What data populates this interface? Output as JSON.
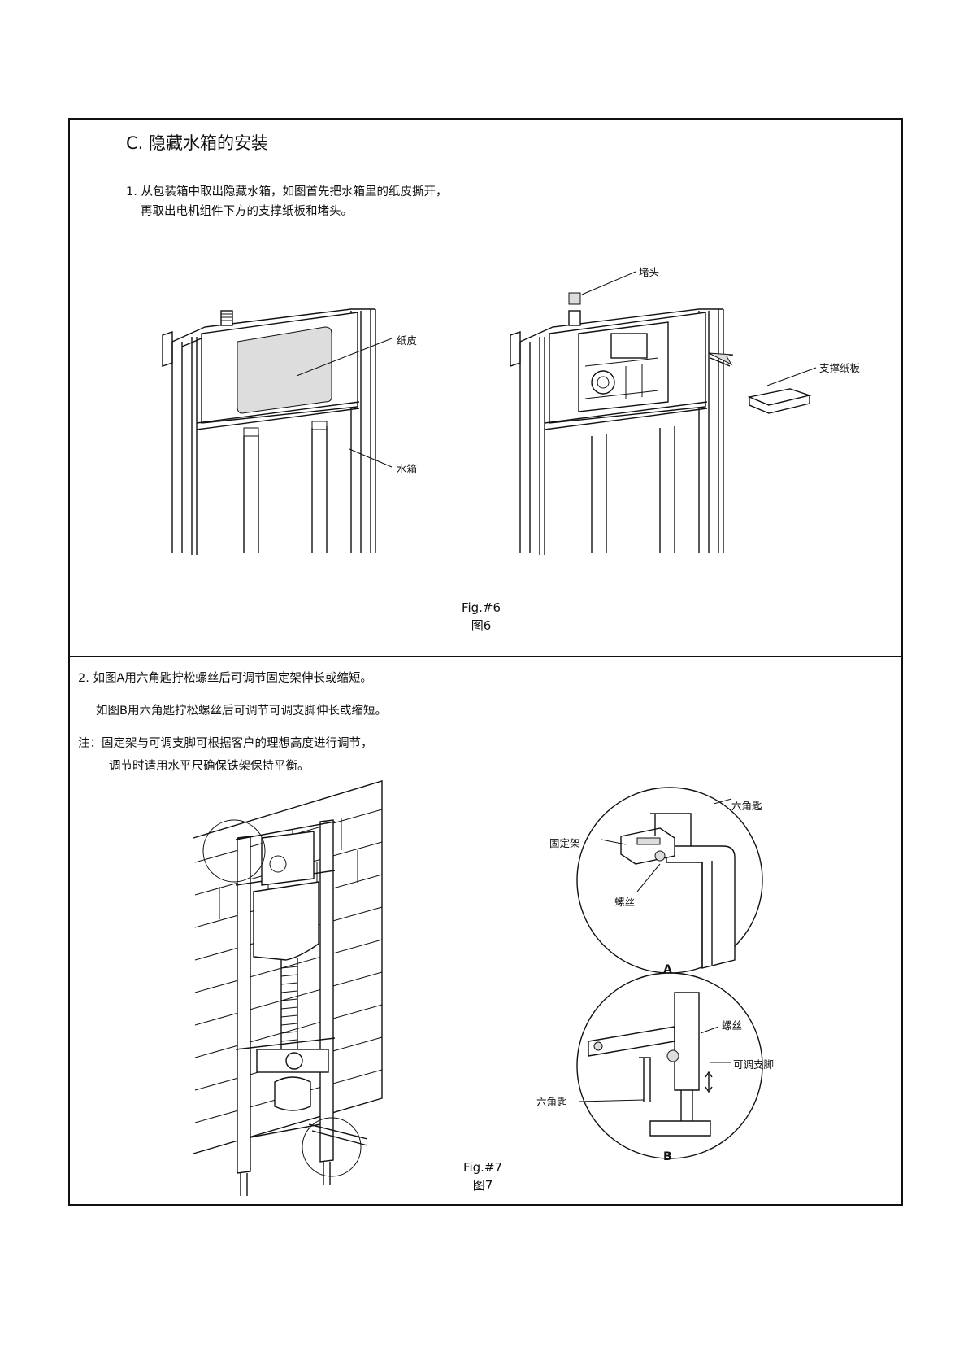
{
  "section": {
    "title": "C. 隐藏水箱的安装",
    "step1_line1": "1. 从包装箱中取出隐藏水箱，如图首先把水箱里的纸皮撕开，",
    "step1_line2": "再取出电机组件下方的支撑纸板和堵头。"
  },
  "fig6": {
    "label_paper": "纸皮",
    "label_tank": "水箱",
    "label_plug": "堵头",
    "label_support": "支撑纸板",
    "caption_en": "Fig.#6",
    "caption_cn": "图6"
  },
  "step2": {
    "line1": "2. 如图A用六角匙拧松螺丝后可调节固定架伸长或缩短。",
    "line2": "如图B用六角匙拧松螺丝后可调节可调支脚伸长或缩短。",
    "note_line1": "注：固定架与可调支脚可根据客户的理想高度进行调节，",
    "note_line2": "调节时请用水平尺确保铁架保持平衡。"
  },
  "fig7": {
    "a_hex_key": "六角匙",
    "a_bracket": "固定架",
    "a_screw": "螺丝",
    "a_letter": "A",
    "b_screw": "螺丝",
    "b_leg": "可调支脚",
    "b_hex_key": "六角匙",
    "b_letter": "B",
    "caption_en": "Fig.#7",
    "caption_cn": "图7"
  }
}
